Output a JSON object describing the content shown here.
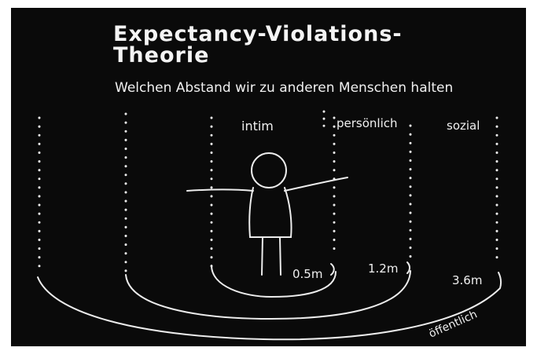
{
  "title_line1": "Expectancy-Violations-",
  "title_line2": "Theorie",
  "subtitle": "Welchen Abstand wir zu anderen Menschen halten",
  "zones": {
    "intim": {
      "label": "intim",
      "distance": "0.5m"
    },
    "persoenlich": {
      "label": "persönlich",
      "distance": "1.2m"
    },
    "sozial": {
      "label": "sozial",
      "distance": "3.6m"
    },
    "oeffentlich": {
      "label": "öffentlich"
    }
  },
  "colors": {
    "board": "#0a0a0a",
    "chalk": "#f0f0f0"
  }
}
